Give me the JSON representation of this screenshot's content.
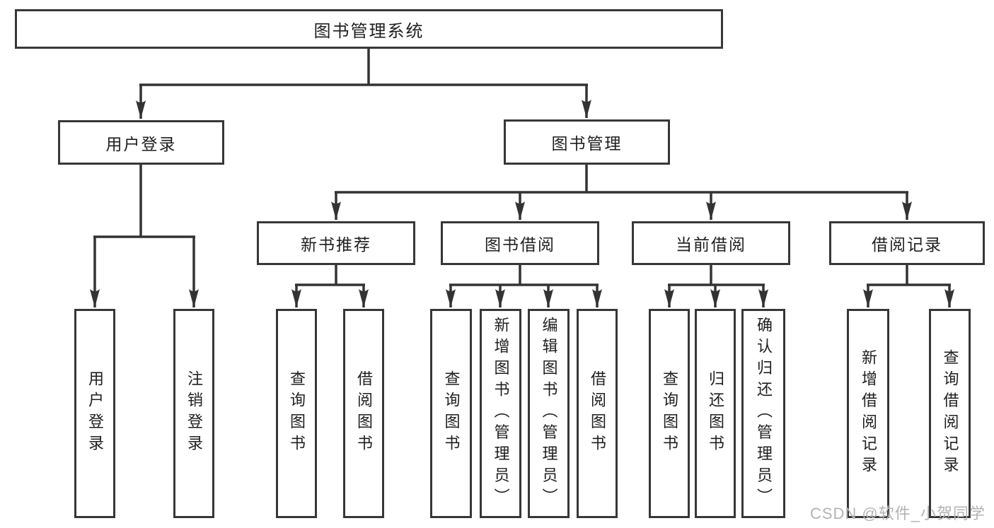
{
  "nodes": {
    "root": {
      "label": "图书管理系统"
    },
    "level2": [
      {
        "label": "用户登录"
      },
      {
        "label": "图书管理"
      }
    ],
    "level3": [
      {
        "label": "新书推荐"
      },
      {
        "label": "图书借阅"
      },
      {
        "label": "当前借阅"
      },
      {
        "label": "借阅记录"
      }
    ],
    "leaves": {
      "user_login": [
        "用户登录",
        "注销登录"
      ],
      "new_books": [
        "查询图书",
        "借阅图书"
      ],
      "book_borrow": [
        "查询图书",
        "新增图书（管理员）",
        "编辑图书（管理员）",
        "借阅图书"
      ],
      "current_borrow": [
        "查询图书",
        "归还图书",
        "确认归还（管理员）"
      ],
      "borrow_records": [
        "新增借阅记录",
        "查询借阅记录"
      ]
    }
  },
  "watermark": "CSDN @软件_小贺同学",
  "colors": {
    "line": "#333333",
    "box_border": "#373737",
    "text": "#1f1f1f",
    "watermark": "#b3b3b3",
    "background": "#ffffff"
  }
}
